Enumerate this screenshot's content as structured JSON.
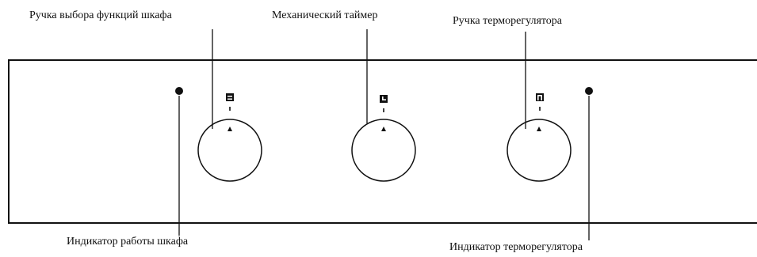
{
  "labels": {
    "function_knob": "Ручка выбора функций шкафа",
    "mechanical_timer": "Механический таймер",
    "thermostat_knob": "Ручка терморегулятора",
    "oven_indicator": "Индикатор работы шкафа",
    "thermostat_indicator": "Индикатор терморегулятора"
  },
  "icons": {
    "function_symbol": "oven-function-icon",
    "timer_symbol": "clock-icon",
    "thermostat_symbol": "thermometer-icon"
  },
  "colors": {
    "line": "#111111",
    "background": "#ffffff"
  }
}
